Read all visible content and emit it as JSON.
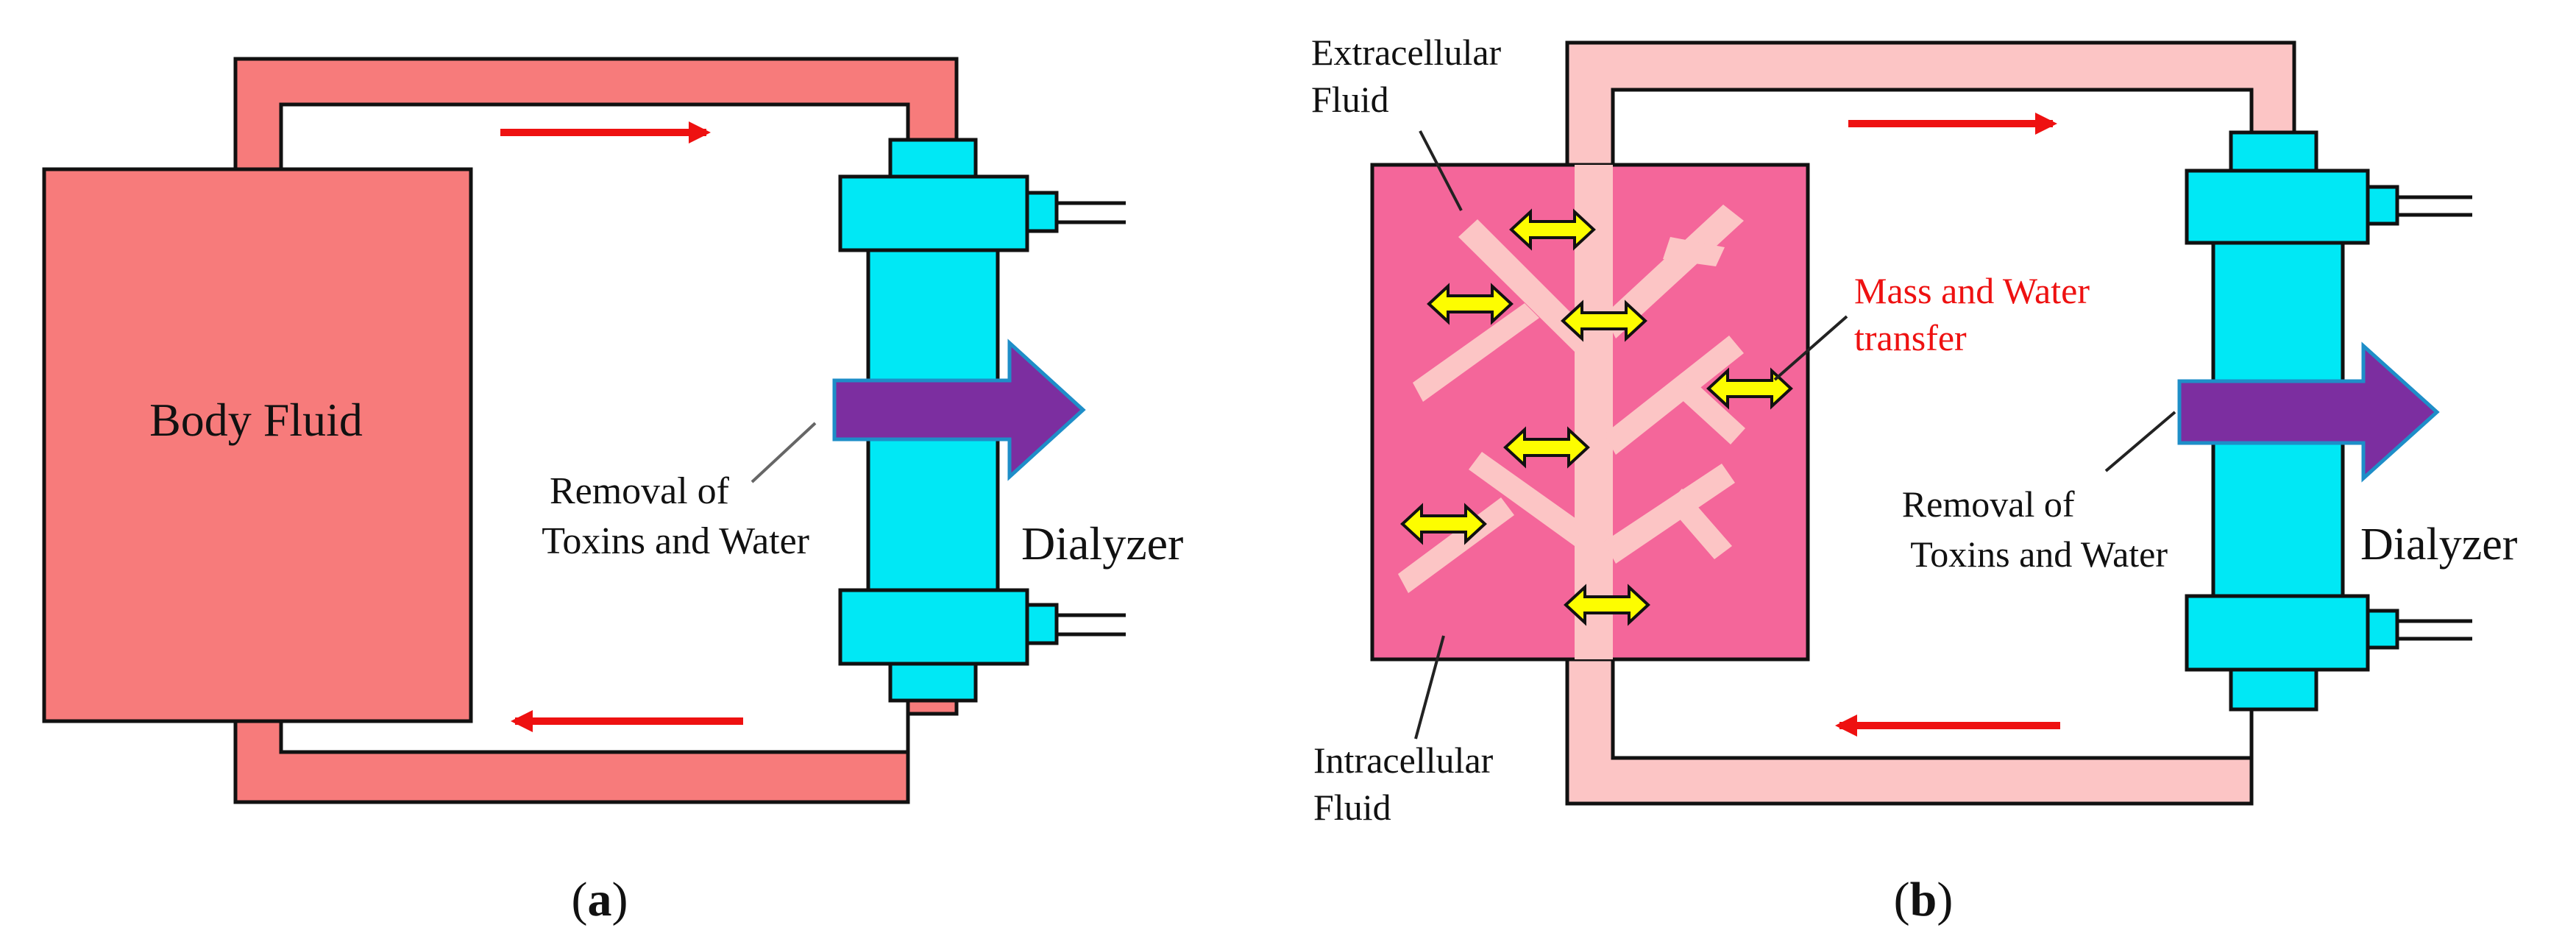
{
  "panel_a": {
    "caption_open": "(",
    "caption_letter": "a",
    "caption_close": ")",
    "body_label": "Body Fluid",
    "removal_line1": "Removal of",
    "removal_line2": "Toxins and Water",
    "dialyzer_label": "Dialyzer"
  },
  "panel_b": {
    "caption_open": "(",
    "caption_letter": "b",
    "caption_close": ")",
    "extracellular_line1": "Extracellular",
    "extracellular_line2": "Fluid",
    "intracellular_line1": "Intracellular",
    "intracellular_line2": "Fluid",
    "mass_line1": "Mass and Water",
    "mass_line2": "transfer",
    "removal_line1": "Removal of",
    "removal_line2": "Toxins and Water",
    "dialyzer_label": "Dialyzer"
  },
  "colors": {
    "body_fluid": "#f77b7b",
    "tube_b": "#fcc5c5",
    "intracellular": "#f4669a",
    "capillary": "#fcc5c5",
    "dialyzer": "#00e8f5",
    "removal_arrow": "#7c2ea0",
    "removal_arrow_edge": "#1e8ec8",
    "flow_arrow": "#ee1111",
    "exchange_arrow": "#fdfd00",
    "highlight_text": "#ee1111"
  },
  "icons": {
    "flow": "arrow-right",
    "removal": "block-arrow-right",
    "exchange": "double-headed-arrow"
  }
}
